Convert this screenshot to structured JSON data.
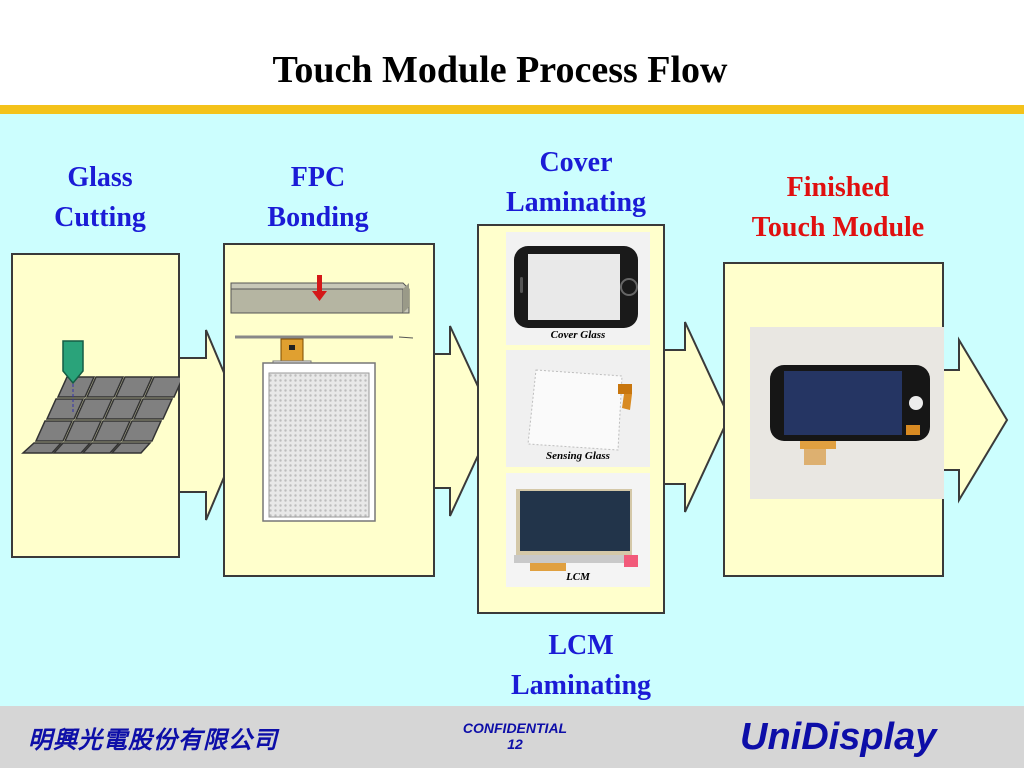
{
  "slide": {
    "title": "Touch Module Process Flow"
  },
  "stages": {
    "glass_cutting": {
      "line1": "Glass",
      "line2": "Cutting"
    },
    "fpc_bonding": {
      "line1": "FPC",
      "line2": "Bonding"
    },
    "cover_laminating": {
      "line1": "Cover",
      "line2": "Laminating"
    },
    "lcm_laminating": {
      "line1": "LCM",
      "line2": "Laminating"
    },
    "finished": {
      "line1": "Finished",
      "line2": "Touch Module"
    }
  },
  "photos": {
    "cover_glass": "Cover Glass",
    "sensing_glass": "Sensing Glass",
    "lcm": "LCM"
  },
  "footer": {
    "company_cn": "明興光電股份有限公司",
    "confidential": "CONFIDENTIAL",
    "page_number": "12",
    "brand": "UniDisplay"
  },
  "colors": {
    "title_bar": "#f4c21a",
    "canvas": "#ccfefe",
    "panel": "#ffffcc",
    "stage_label": "#1b1bd6",
    "finished_label": "#e01010",
    "footer_text": "#0d0ea8"
  }
}
